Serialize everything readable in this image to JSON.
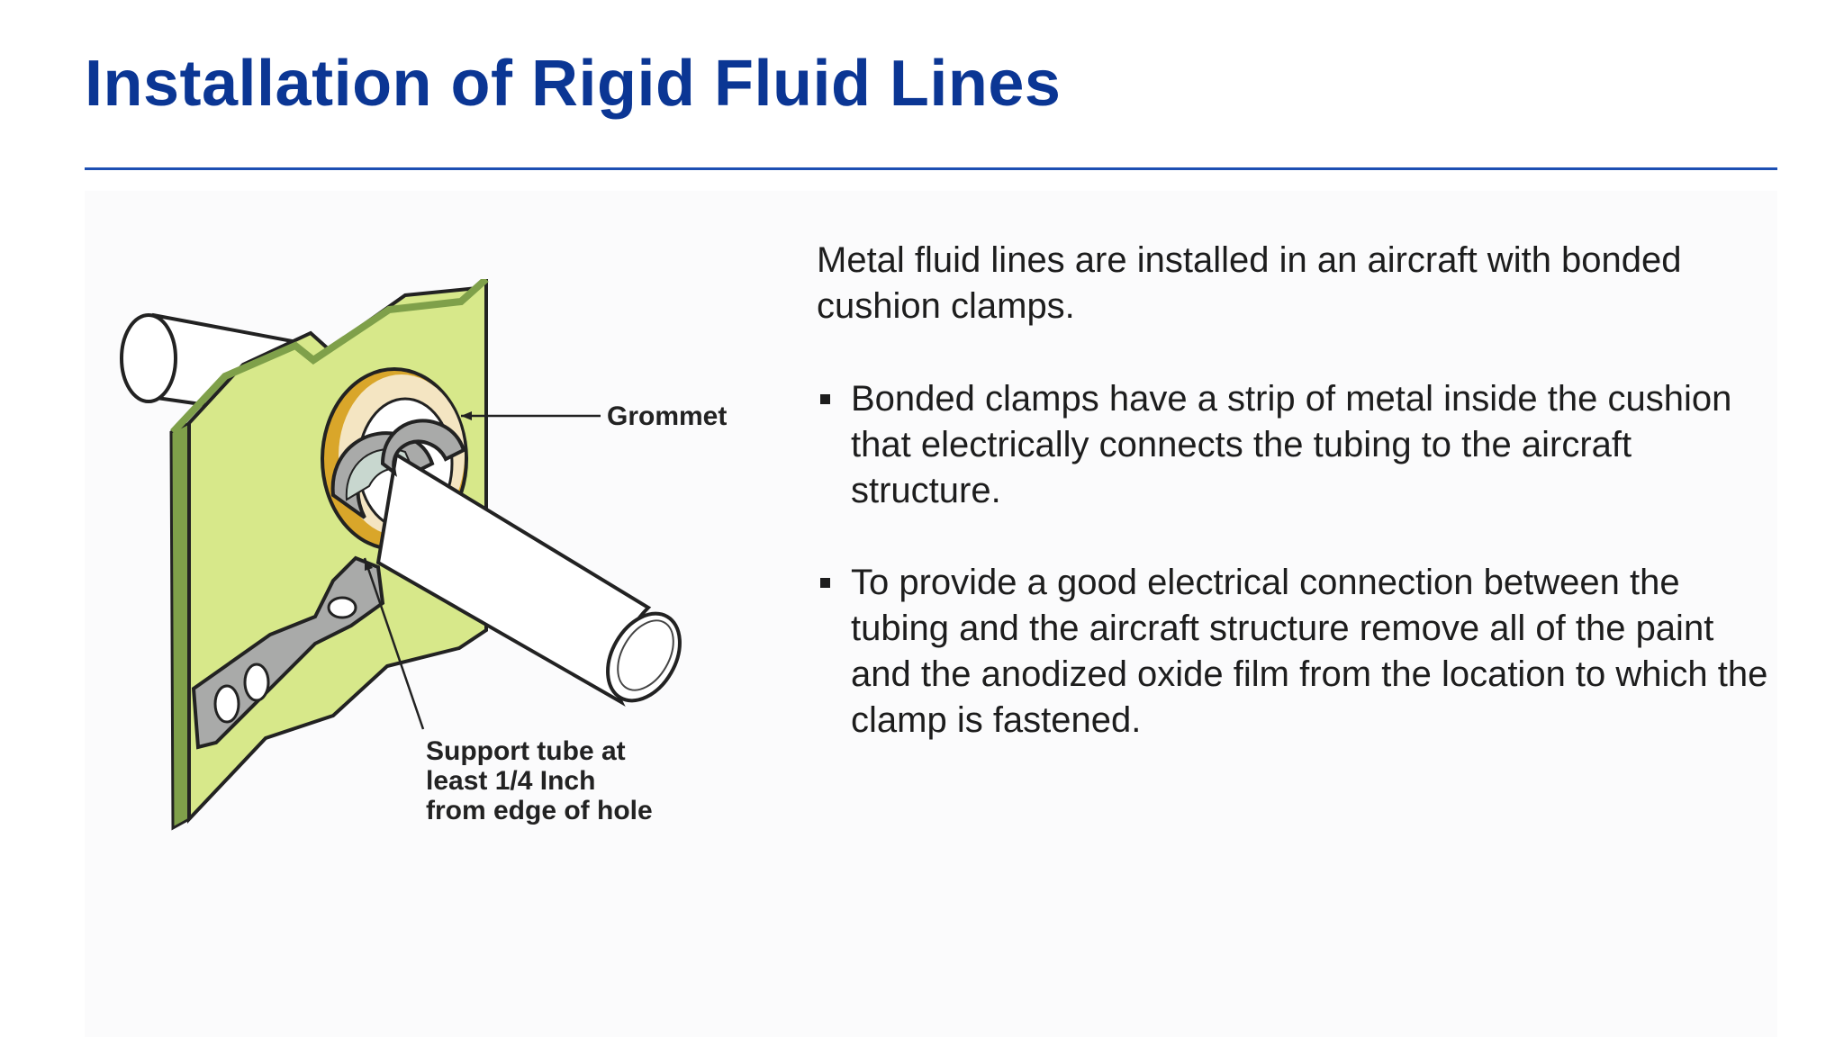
{
  "slide": {
    "title": "Installation of Rigid Fluid Lines"
  },
  "figure": {
    "grommet_label": "Grommet",
    "support_label_lines": [
      "Support tube at",
      "least 1/4 Inch",
      "from edge of hole"
    ],
    "colors": {
      "panel": "#d7e88a",
      "panel_edge": "#7fa04a",
      "grommet": "#d9a62a",
      "clamp": "#a9aaa9",
      "cushion": "#c8d7cf",
      "tube": "#ffffff"
    }
  },
  "body": {
    "intro": "Metal fluid lines are installed in an aircraft with bonded cushion clamps.",
    "bullets": [
      "Bonded clamps have a strip of metal inside the cushion that electrically connects the tubing to the aircraft structure.",
      "To provide a good electrical connection between the tubing and the aircraft structure remove all of the paint and the anodized oxide film from the location to which the clamp is fastened."
    ]
  }
}
